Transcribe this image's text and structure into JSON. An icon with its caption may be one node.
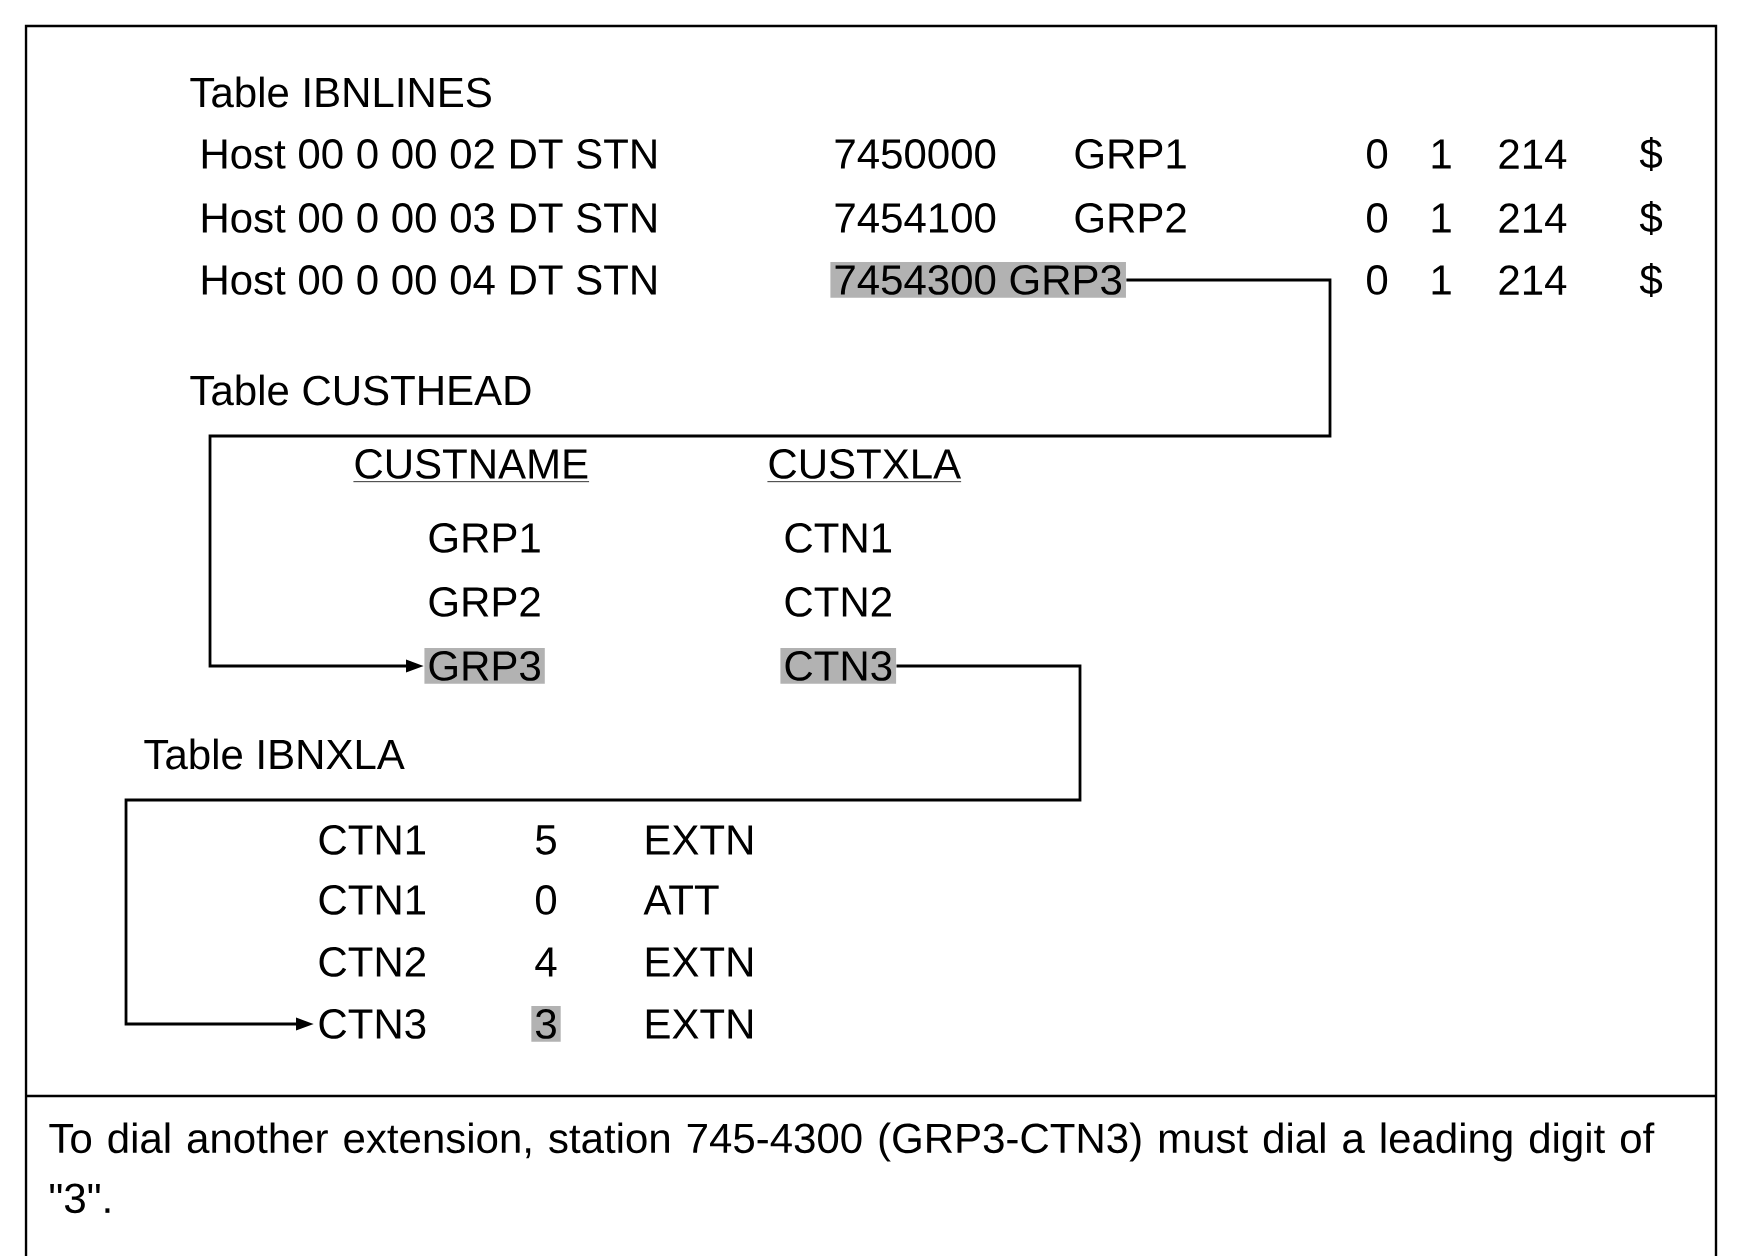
{
  "diagram": {
    "caption": "To dial another extension, station 745-4300 (GRP3-CTN3) must dial a leading digit of \"3\".",
    "nodes": [
      {
        "text": [
          "7454300 GRP3"
        ]
      },
      {
        "text": [
          "GRP3"
        ]
      },
      {
        "text": [
          "CTN3"
        ]
      },
      {
        "text": [
          "CTN3"
        ]
      },
      {
        "text": [
          "3"
        ]
      }
    ],
    "edges": [
      {
        "from": 0,
        "to": 1,
        "arrow": "to"
      },
      {
        "from": 2,
        "to": 3,
        "arrow": "to"
      }
    ],
    "labels": [
      "Table IBNLINES",
      "Host 00 0 00 02 DT STN",
      "7450000",
      "GRP1",
      "0",
      "1",
      "214",
      "$",
      "Host 00 0 00 03 DT STN",
      "7454100",
      "GRP2",
      "0",
      "1",
      "214",
      "$",
      "Host 00 0 00 04 DT STN",
      "0",
      "1",
      "214",
      "$",
      "Table CUSTHEAD",
      "CUSTNAME",
      "CUSTXLA",
      "GRP1",
      "CTN1",
      "GRP2",
      "CTN2",
      "Table IBNXLA",
      "CTN1",
      "5",
      "EXTN",
      "CTN1",
      "0",
      "ATT",
      "CTN2",
      "4",
      "EXTN",
      "EXTN"
    ]
  }
}
